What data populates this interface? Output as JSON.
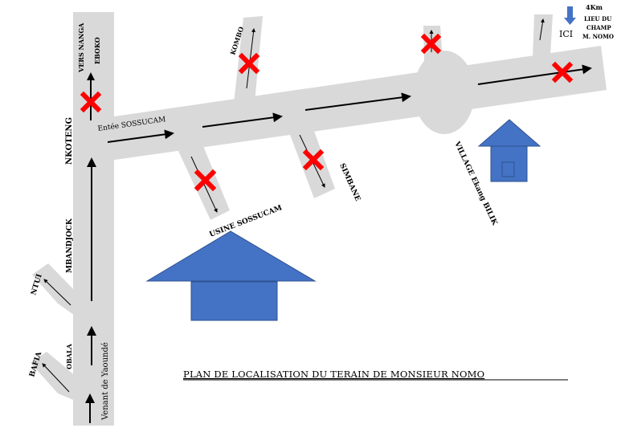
{
  "map": {
    "title": "PLAN DE LOCALISATION DU TERAIN DE MONSIEUR NOMO",
    "labels": {
      "vers_nanga": "VERS NANGA",
      "eboko": "EBOKO",
      "nkoteng": "NKOTENG",
      "mbandjock": "MBANDJOCK",
      "ntui": "NTUI",
      "obala": "OBALA",
      "bafia": "BAFIA",
      "venant": "Venant de Yaoundé",
      "entree": "Entée SOSSUCAM",
      "usine": "USINE SOSSUCAM",
      "kombo": "KOMBO",
      "simbane": "SIMBANE",
      "village": "VILLAGE Ekang BILIK",
      "ici": "ICI",
      "distance": "4Km",
      "lieu1": "LIEU DU",
      "lieu2": "CHAMP",
      "lieu3": "M. NOMO"
    },
    "colors": {
      "road": "#d9d9d9",
      "building": "#4472c4",
      "building_outline": "#2f528f",
      "cross": "#ff0000",
      "arrow": "#000000"
    },
    "icons": [
      "red-cross-icon",
      "house-icon",
      "down-arrow-icon"
    ]
  }
}
